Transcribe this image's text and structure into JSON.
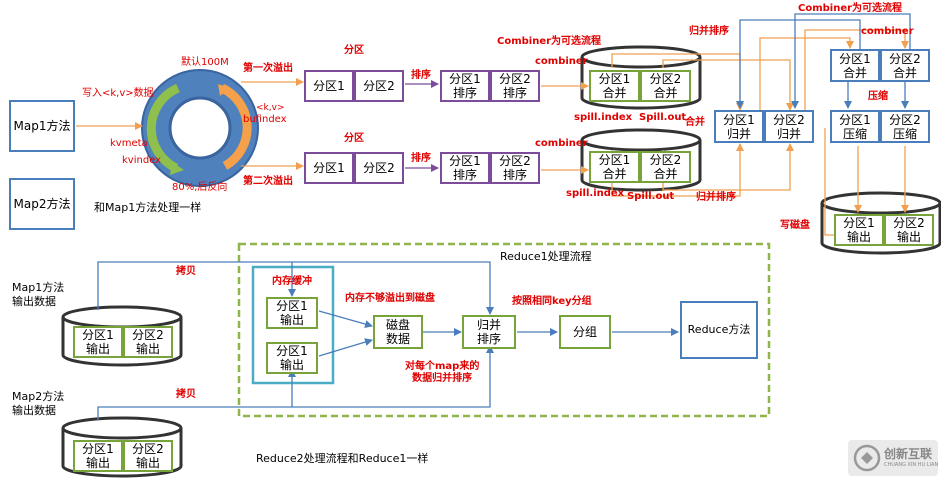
{
  "map": {
    "map1": "Map1方法",
    "map2": "Map2方法",
    "same_as_map1": "和Map1方法处理一样",
    "write_kv": "写入<k,v>数据",
    "default_100m": "默认100M",
    "kv": "<k,v>",
    "bufindex": "bufindex",
    "kvmeta": "kvmeta",
    "kvindex": "kvindex",
    "reverse_80": "80%,后反向",
    "first_spill": "第一次溢出",
    "second_spill": "第二次溢出",
    "partition": "分区",
    "sort": "排序",
    "combiner": "combiner",
    "combiner_optional": "Combiner为可选流程",
    "merge_sort": "归并排序",
    "merge": "合并",
    "compress": "压缩",
    "write_disk": "写磁盘",
    "spill_index": "spill.index",
    "spill_out": "Spill.out"
  },
  "cells": {
    "p1": "分区1",
    "p2": "分区2",
    "p1_sort": "分区1\n排序",
    "p2_sort": "分区2\n排序",
    "p1_merge": "分区1\n合并",
    "p2_merge": "分区2\n合并",
    "p1_gmerge": "分区1\n归并",
    "p2_gmerge": "分区2\n归并",
    "p1_compress": "分区1\n压缩",
    "p2_compress": "分区2\n压缩",
    "p1_out": "分区1\n输出",
    "p2_out": "分区2\n输出"
  },
  "reduce": {
    "title": "Reduce1处理流程",
    "map1_out": "Map1方法\n输出数据",
    "map2_out": "Map2方法\n输出数据",
    "copy": "拷贝",
    "mem_buffer": "内存缓冲",
    "mem_spill": "内存不够溢出到磁盘",
    "disk_data": "磁盘\n数据",
    "merge_sort_box": "归并\n排序",
    "group_by_key": "按照相同key分组",
    "group": "分组",
    "reduce_method": "Reduce方法",
    "per_map": "对每个map来的\n数据归并排序",
    "reduce2": "Reduce2处理流程和Reduce1一样"
  },
  "watermark": {
    "name": "创新互联",
    "sub": "CHUANG XIN HU LIAN"
  }
}
